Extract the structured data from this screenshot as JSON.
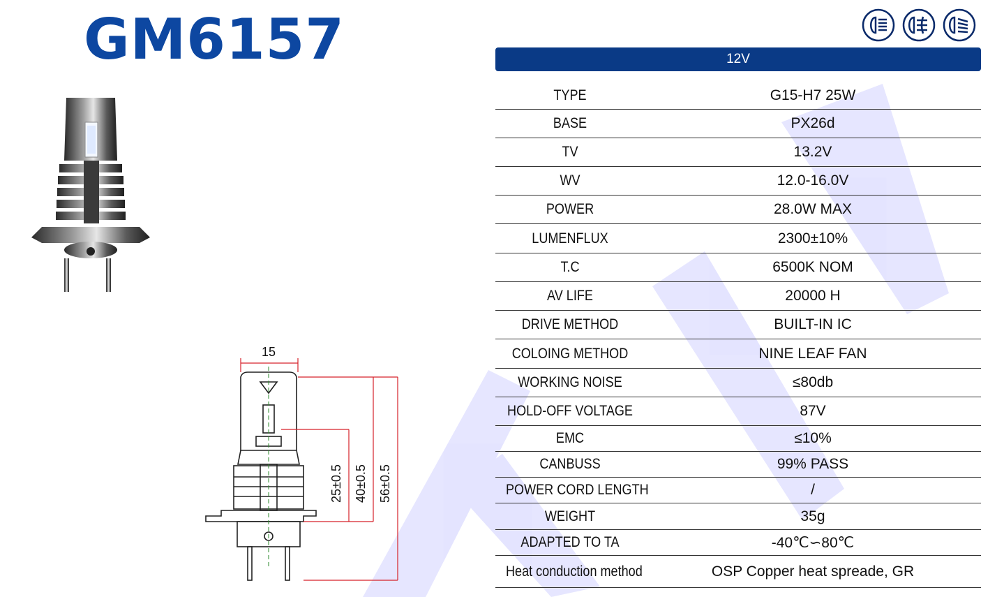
{
  "header": {
    "model_title": "GM6157",
    "icons": [
      "low-beam-headlight-icon",
      "fog-light-icon",
      "high-beam-headlight-icon"
    ]
  },
  "voltage_bar": {
    "label": "12V",
    "color": "#0a3a86"
  },
  "brand_color": "#0d47a1",
  "watermark_color": "#3b3bff",
  "specs": [
    {
      "label": "TYPE",
      "value": "G15-H7 25W"
    },
    {
      "label": "BASE",
      "value": "PX26d"
    },
    {
      "label": "TV",
      "value": "13.2V"
    },
    {
      "label": "WV",
      "value": "12.0-16.0V"
    },
    {
      "label": "POWER",
      "value": "28.0W MAX"
    },
    {
      "label": "LUMENFLUX",
      "value": "2300±10%"
    },
    {
      "label": "T.C",
      "value": "6500K  NOM"
    },
    {
      "label": "AV LIFE",
      "value": "20000 H"
    },
    {
      "label": "DRIVE METHOD",
      "value": "BUILT-IN IC"
    },
    {
      "label": "COLOING METHOD",
      "value": "NINE LEAF FAN"
    },
    {
      "label": "WORKING NOISE",
      "value": "≤80db"
    },
    {
      "label": "HOLD-OFF VOLTAGE",
      "value": "87V"
    },
    {
      "label": "EMC",
      "value": "≤10%"
    },
    {
      "label": "CANBUSS",
      "value": "99% PASS"
    },
    {
      "label": "POWER CORD LENGTH",
      "value": "/"
    },
    {
      "label": "WEIGHT",
      "value": "35g"
    },
    {
      "label": "ADAPTED TO TA",
      "value": "-40℃∽80℃"
    },
    {
      "label": "Heat conduction method",
      "value": "OSP Copper heat spreade, GR"
    }
  ],
  "drawing": {
    "width_label": "15",
    "dim_25": "25±0.5",
    "dim_40": "40±0.5",
    "dim_56": "56±0.5"
  }
}
